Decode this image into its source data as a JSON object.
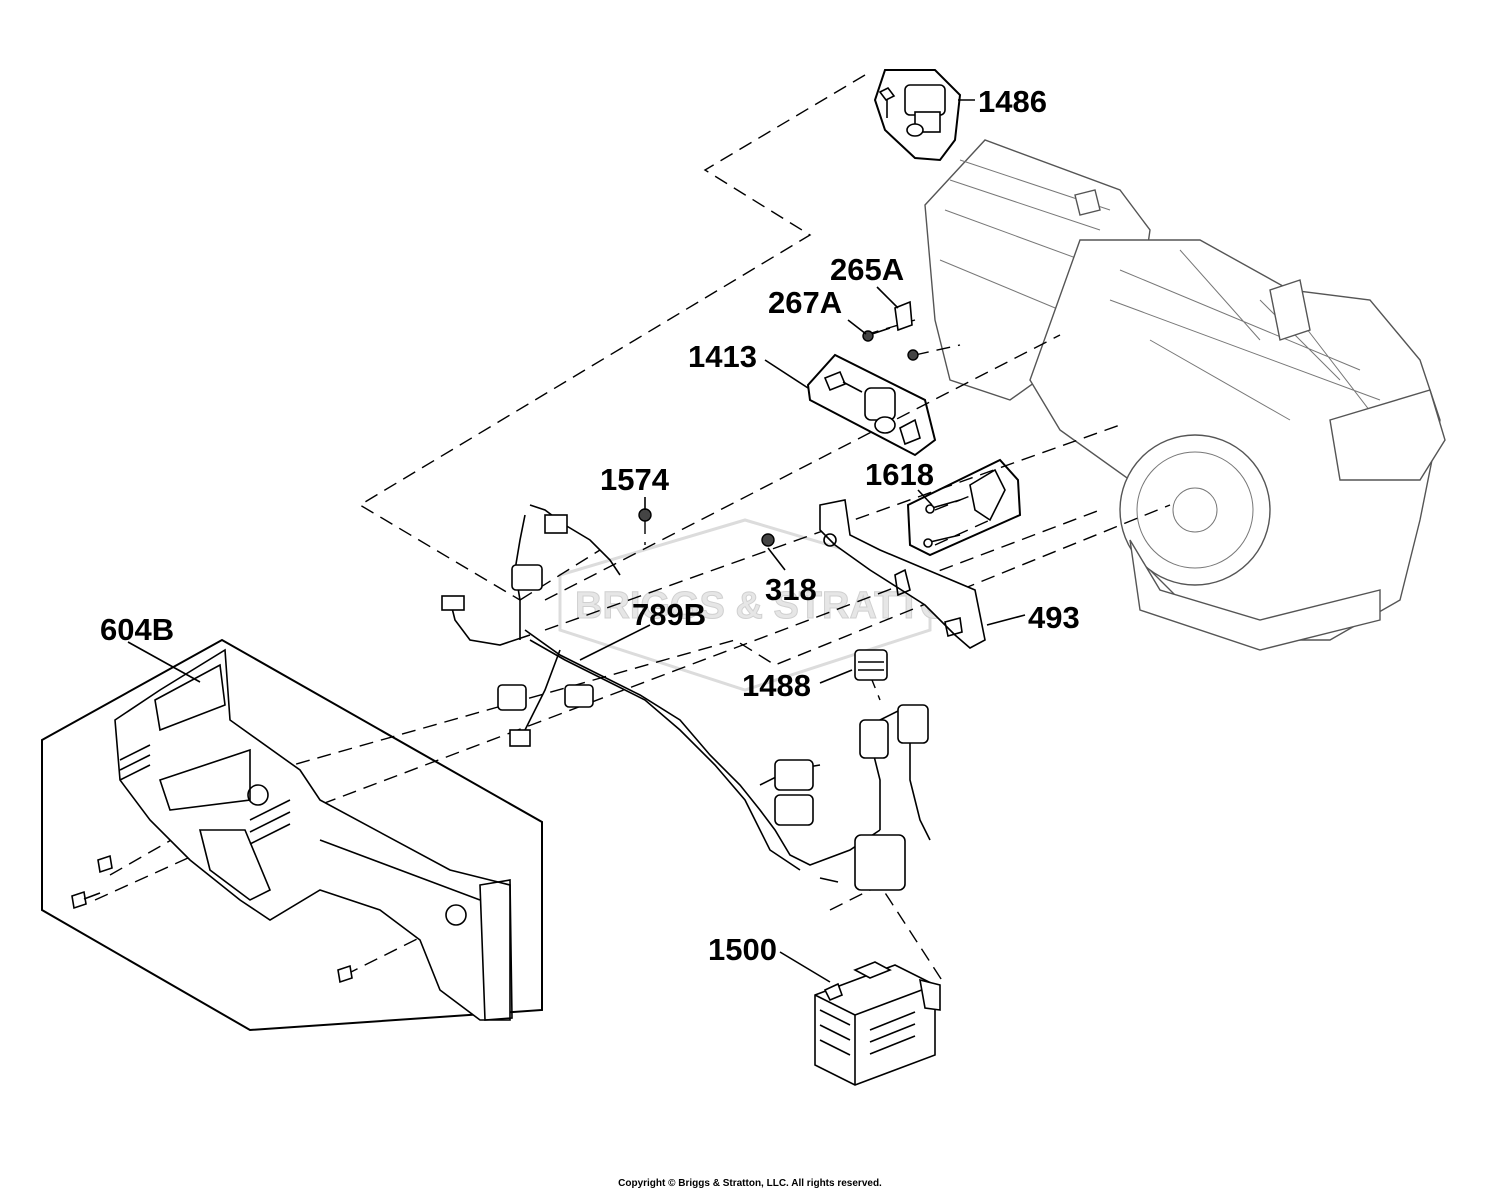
{
  "callouts": {
    "c1486": "1486",
    "c265A": "265A",
    "c267A": "267A",
    "c1413": "1413",
    "c1574": "1574",
    "c1618": "1618",
    "c318": "318",
    "c789B": "789B",
    "c493": "493",
    "c604B": "604B",
    "c1488": "1488",
    "c1500": "1500"
  },
  "footer": {
    "copyright": "Copyright © Briggs & Stratton, LLC. All rights reserved."
  },
  "watermark": {
    "text": "BRIGGS & STRATTON"
  },
  "colors": {
    "ink": "#000000",
    "engine_gray": "#555555",
    "watermark_gray": "#dcdcdc"
  }
}
